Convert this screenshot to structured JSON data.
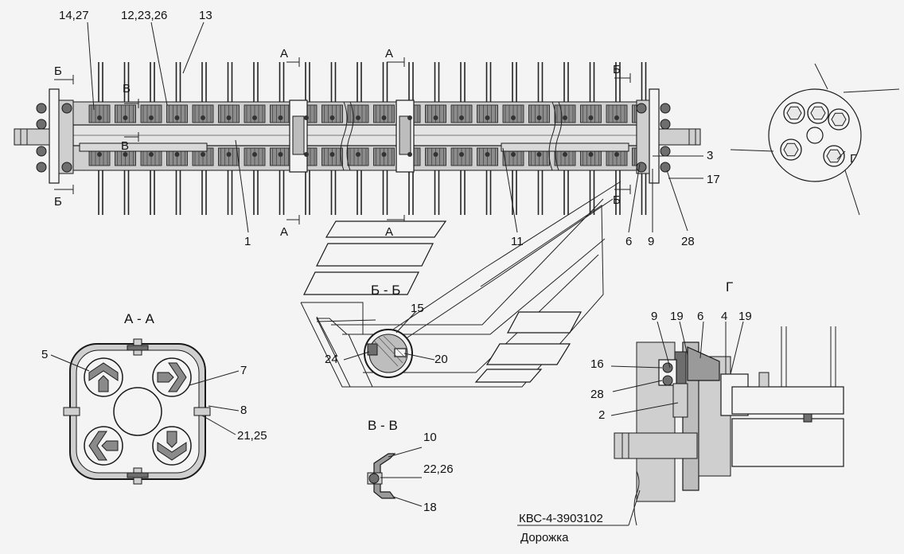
{
  "callouts": {
    "c14_27": "14,27",
    "c12_23_26": "12,23,26",
    "c13": "13",
    "c1": "1",
    "c11": "11",
    "c6": "6",
    "c9": "9",
    "c28": "28",
    "c3": "3",
    "c17": "17",
    "c5": "5",
    "c7": "7",
    "c8": "8",
    "c21_25": "21,25",
    "c15": "15",
    "c24": "24",
    "c20": "20",
    "c10": "10",
    "c22_26": "22,26",
    "c18": "18",
    "g9": "9",
    "g19a": "19",
    "g6": "6",
    "g4": "4",
    "g19b": "19",
    "g16": "16",
    "g28": "28",
    "g2": "2"
  },
  "section_marks": {
    "a_top_1": "А",
    "a_top_2": "А",
    "a_bot_1": "А",
    "a_bot_2": "А",
    "b_top_left": "Б",
    "b_top_right": "Б",
    "b_bot_left": "Б",
    "b_bot_right": "Б",
    "v_top": "В",
    "v_bot": "В",
    "g_view": "Г"
  },
  "view_titles": {
    "section_aa": "А - А",
    "section_bb": "Б - Б",
    "section_vv": "В - В",
    "view_g": "Г"
  },
  "part_reference": {
    "code": "КВС-4-3903102",
    "name": "Дорожка"
  }
}
